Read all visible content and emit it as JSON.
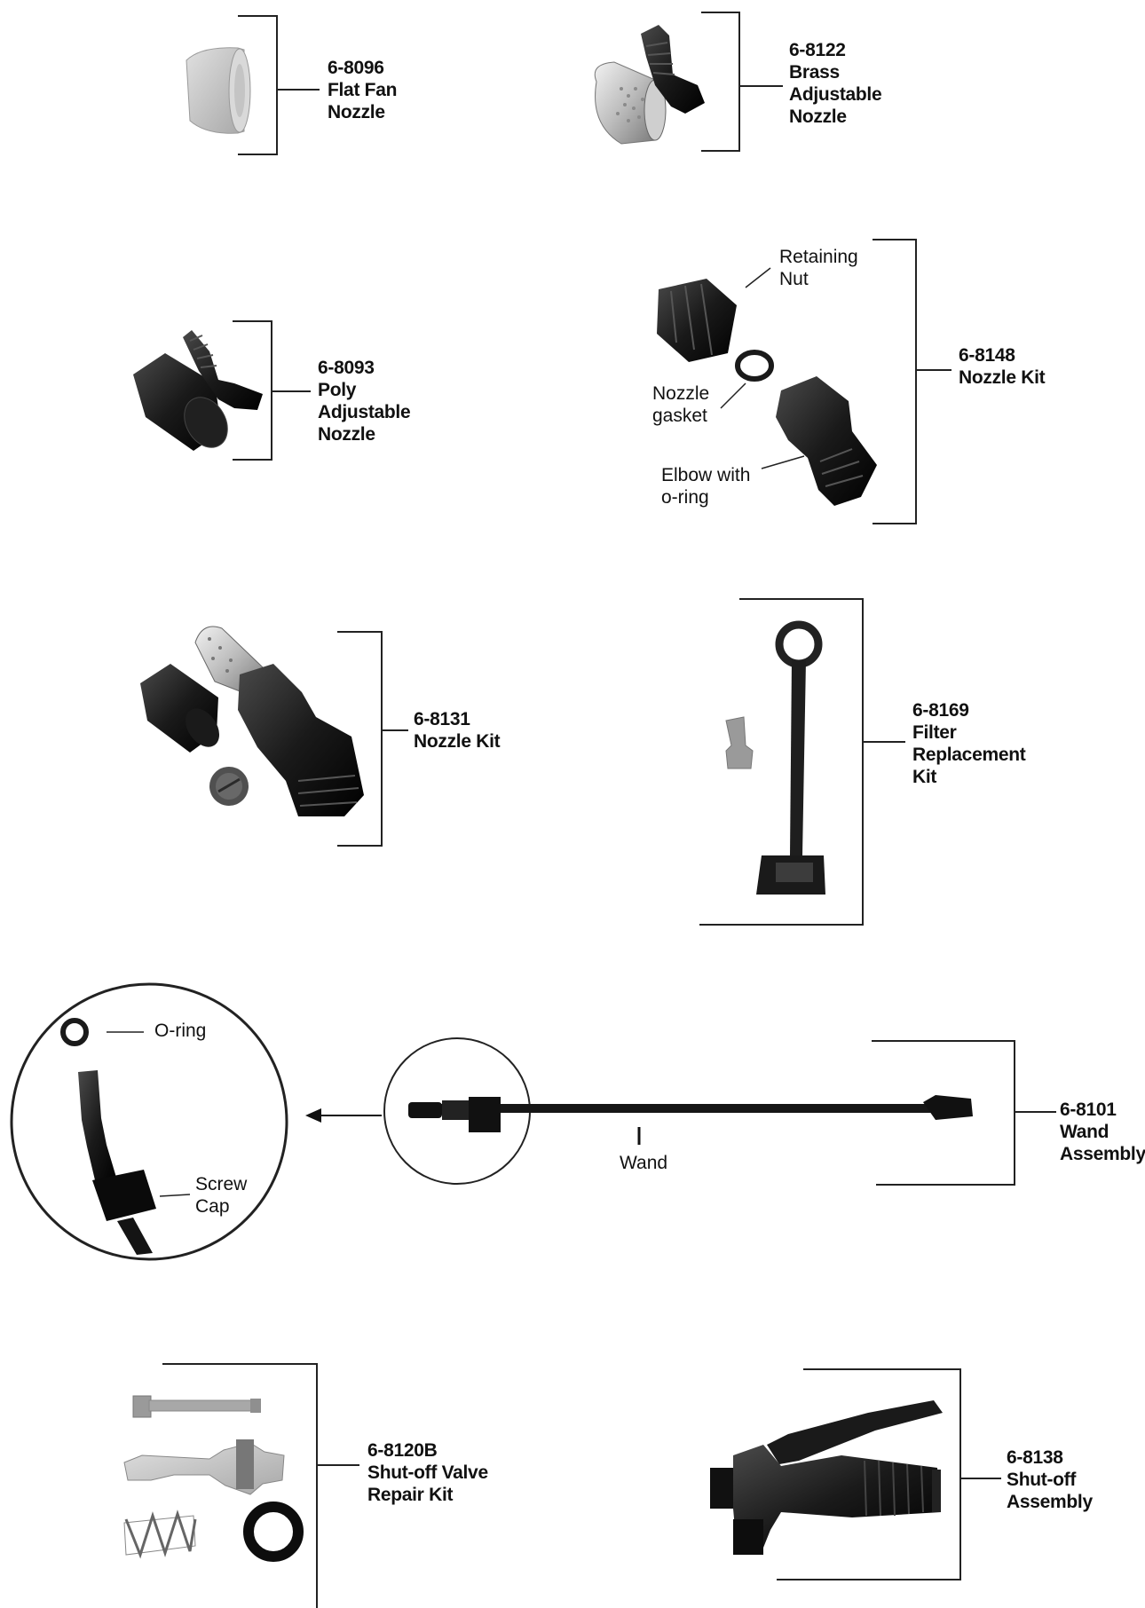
{
  "parts": [
    {
      "id": "6-8096",
      "lines": [
        "6-8096",
        "Flat Fan",
        "Nozzle"
      ]
    },
    {
      "id": "6-8122",
      "lines": [
        "6-8122",
        "Brass",
        "Adjustable",
        "Nozzle"
      ]
    },
    {
      "id": "6-8093",
      "lines": [
        "6-8093",
        "Poly",
        "Adjustable",
        "Nozzle"
      ]
    },
    {
      "id": "6-8148",
      "lines": [
        "6-8148",
        "Nozzle Kit"
      ]
    },
    {
      "id": "6-8131",
      "lines": [
        "6-8131",
        "Nozzle Kit"
      ]
    },
    {
      "id": "6-8169",
      "lines": [
        "6-8169",
        "Filter",
        "Replacement",
        "Kit"
      ]
    },
    {
      "id": "6-8101",
      "lines": [
        "6-8101",
        "Wand",
        "Assembly"
      ]
    },
    {
      "id": "6-8120B",
      "lines": [
        "6-8120B",
        "Shut-off Valve",
        "Repair Kit"
      ]
    },
    {
      "id": "6-8138",
      "lines": [
        "6-8138",
        "Shut-off",
        "Assembly"
      ]
    }
  ],
  "callouts": {
    "retaining_nut": [
      "Retaining",
      "Nut"
    ],
    "nozzle_gasket": [
      "Nozzle",
      "gasket"
    ],
    "elbow_oring": [
      "Elbow with",
      "o-ring"
    ],
    "oring": [
      "O-ring"
    ],
    "screw_cap": [
      "Screw",
      "Cap"
    ],
    "wand": [
      "Wand"
    ]
  }
}
